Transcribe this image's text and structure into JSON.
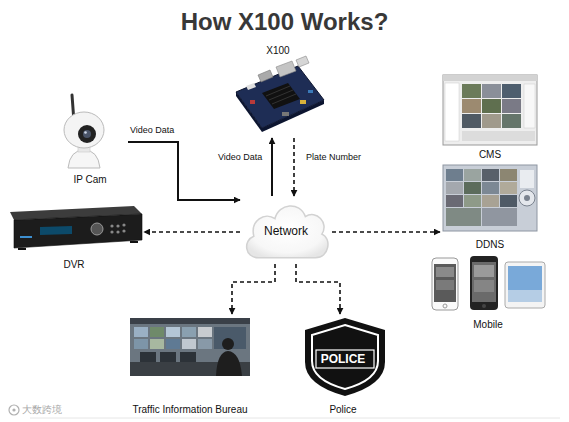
{
  "diagram": {
    "title": "How X100 Works?",
    "nodes": [
      {
        "text": [
          "X100"
        ]
      },
      {
        "text": [
          "IP Cam"
        ]
      },
      {
        "text": [
          "DVR"
        ]
      },
      {
        "text": [
          "Network"
        ]
      },
      {
        "text": [
          "CMS"
        ]
      },
      {
        "text": [
          "DDNS"
        ]
      },
      {
        "text": [
          "Mobile"
        ]
      },
      {
        "text": [
          "Traffic Information Bureau"
        ]
      },
      {
        "text": [
          "POLICE",
          "Police"
        ]
      }
    ],
    "edges": [
      {
        "from": 1,
        "to": 3,
        "label": "Video Data",
        "arrow": "to"
      },
      {
        "from": 3,
        "to": 0,
        "label": "Video Data",
        "arrow": "to"
      },
      {
        "from": 0,
        "to": 3,
        "label": "Plate Number",
        "arrow": "to"
      },
      {
        "from": 3,
        "to": 2,
        "arrow": "to"
      },
      {
        "from": 3,
        "to": 5,
        "arrow": "to"
      },
      {
        "from": 3,
        "to": 7,
        "arrow": "to"
      },
      {
        "from": 3,
        "to": 8,
        "arrow": "to"
      }
    ],
    "labels": [
      "大数跨境"
    ]
  }
}
